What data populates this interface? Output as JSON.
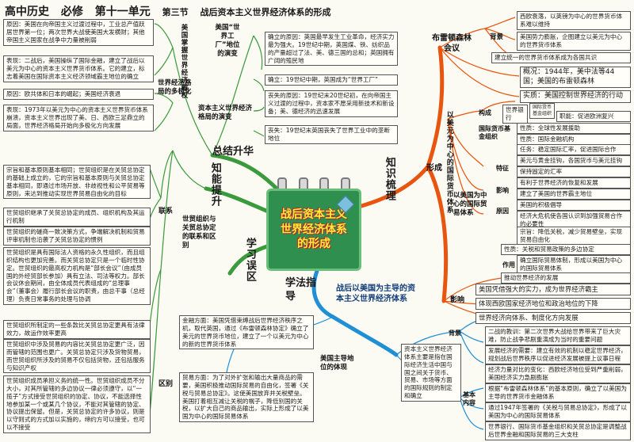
{
  "title": {
    "subject": "高中历史",
    "course": "必修",
    "unit": "第十一单元",
    "section": "第三节",
    "topic": "战后资本主义世界经济体系的形成"
  },
  "center": "战后资本主义世界经济体系的形成",
  "colors": {
    "green": "#3b9a3b",
    "orange": "#e8550f",
    "blue": "#1f8fd6",
    "center_bg": "#2f8f4e",
    "center_text": "#ffef3a"
  },
  "branches": {
    "summary": "总结升华",
    "knowledge": "知识梳理",
    "learning": "学法指导",
    "review": "学习误区",
    "improve": "知能提升"
  },
  "summary": {
    "shift_head": "世界经济格局的多极化",
    "shift_main": "美国掌握世界经济霸权",
    "item1": "原因：美国在向帝国主义过渡过程中，工业总产值跃居世界第一位；两次世界大战使美国大发横财；其他帝国主义国家在战争中力量被削弱",
    "item2": "表现：二战后，美国操纵了国际金融，建立了战后以美元为中心的资本主义世界货币体系。它的建立，标志着美国在国际资本主义经济领域霸主地位的确立",
    "item3": "原因：欧共体和日本的崛起；美国经济衰退",
    "item4": "表现：1973年以美元为中心的资本主义世界货币体系崩溃，资本主义世界出现了美、日、西欧三足鼎立的局面，世界经济格局开始向多极化方向发展",
    "factory_head": "美国“世界工厂”地位的演变",
    "factory_main": "资本主义世界经济格局的演变",
    "f1": "确立的原因：英国最早发生工业革命，经济实力最为强大。19世纪中期，英国煤、铁、纺织品的产量超过了法、美、德三国的总和；英国拥有广阔的殖民地",
    "f2": "确立：19世纪中期，英国成为“世界工厂”",
    "f3": "丧失的原因：19世纪末20世纪初，在向帝国主义过渡的过程中，资本家不愿采用新技术和新设备；美、德经济的迅速发展",
    "f4": "丧失：19世纪末英国丧失了世界工业中的垄断地位"
  },
  "improve": {
    "link": "联系",
    "diff": "区别",
    "rel_head": "世贸组织与关贸总协定的联系和区别",
    "l1": "宗旨和基本原则基本相同；世贸组织是在关贸总协定的基础上成立的，它的宗旨和基本原则与关贸总协定基本相同，即通过市场开放、非歧视性和公平贸易等原则，来达到推动实现世界贸易自由化的目标",
    "l2": "世贸组织继承了关贸总协定的成员、组织机构及其运行机制",
    "l3": "世贸组织的磋商一致决策方式，争端解决机制和贸易评审机制也沿袭了关贸总协定的惯例",
    "l4": "世贸组织是具有国际法人资格的永久性组织，而且组织结构也更加完善。而关贸总协定只是一个临时性协定。世贸组织的最高权力机构是“部长会议”（由成员国的外经贸部长参加）具有立法、司法等权力。部长会议休会期间，由全体成员代表组成的“总理事会”（董事会）履行部长会议的职责，由总干事（总经理）负责日常事务的处理与协调",
    "d1": "世贸组织所制定的一些条款比关贸总协定更具有法律效力，故运作效率更高",
    "d2": "世贸组织中涉及贸易的内容比关贸总协定更广泛，因而管辖的范围也更广。关贸总协定只涉及货物贸易，而世贸组织所涉及的贸易不仅包括货物，还包括服务与知识产权",
    "d3": "世贸组织成员承担义务的统一性。世贸组织成员不分大小，对其所管辖的多边协议一律必须遵守，以“一揽子”方式接受世贸组织的协定、协议，不能选择性地参加某一个或某几个协议，不能对其管辖的协定、协议提出保留。但是，关贸总协定的许多协议，则是以守则式的方式加以实施的，缔约方可以接受，也可以不接受"
  },
  "learning": {
    "gold": "金融方面：美国凭借束缚战后世界经济秩序之机，取代英国，通过《布雷顿森林协定》确立了美元的世界货币地位，建立了一个以美元为中心的新的世界货币体系",
    "trade": "贸易方面：为了对外扩张和输出大量商品的需要，美国积极推动国际贸易的自由化，签署《关税与贸易总协定》。这使美国放弃并关税壁垒。美国打着相互减让关税的幌子，降低别国的关税，以扩大自己的商品输出，实际上形成了以美国为中心的国际贸易体系",
    "lead_head": "美国主导地位的体现",
    "lead_main": "战后以美国为主导的资本主义世界经济体系"
  },
  "knowledge": {
    "bw_head": "布雷顿森林会议",
    "bw_bg": "背景",
    "bw_bg1": "西欧衰落，以英镑为中心的世界货币体系难以维持",
    "bw_bg2": "美国势力膨胀，企图建立以美元为中心的世界货币体系",
    "bw_bg3": "建立统一的世界货币体系成为各国共识",
    "bw_summary": "概况：1944年，美中法等44国；美国的布雷顿森林",
    "bw_essence": "实质：美国控制世界经济的行动",
    "fin_head": "以美元为中心的国际货币体系",
    "form": "形成",
    "fin_struct": "构成",
    "fin_bank": "世界银行",
    "fin_imf": "国际货币基金组织",
    "fin_bank_desc": "职能：促进欧洲复兴",
    "fin_bank_nature": "性质：全球性发展援助",
    "fin_imf_head": "国际货币基金组织",
    "fin_imf_nature": "性质：国际金融机构",
    "fin_imf_task": "任务：稳定国际汇率，促进国际合作",
    "fin_feature": "特征",
    "fin_f1": "美元与黄金挂钩，各国货币与美元挂钩",
    "fin_f2": "保持固定的汇率",
    "fin_effect": "影响",
    "fin_e1": "有利于世界经济的恢复和发展",
    "fin_e2": "建立了美国的世界霸主地位",
    "trade_head": "以美国为中心的国际贸易体系",
    "tr_reason": "原因",
    "tr_r1": "美国的积极倡导",
    "tr_r2": "经济大危机使各国认识到加强贸易合作的必要性",
    "tr_aim": "宗旨：降低关税，减少贸易壁垒，实现贸易自由化",
    "tr_nature": "性质：关税和贸易政策的多边协定",
    "tr_role": "作用",
    "tr_role1": "确立国际贸易体制，形成以美国为中心的国际贸易体系",
    "tr_role2": "推动世界经济的发展",
    "impact": "影响",
    "imp1": "美国凭借强大的实力，成为世界经济霸主",
    "imp2": "体现西欧国家经济地位和政治地位的下降",
    "imp3": "世界经济向体系、制度化方向发展",
    "sys_head": "资本主义世界经济体系主要是指在国际经济生活中国与国之间关于货币、贸易、市场等方面的国际规则的制定和确立",
    "sys_bg": "背景",
    "sys_content": "基本内容",
    "s1": "二战的教训：第二次世界大战给世界带来了巨大灾难，防止战争悲剧重演成为当时的重要问题",
    "s2": "发展经济的需要：建立有效的机制以稳定世界经济，规划战后世界秩序以促进经济发展被提上议事日程",
    "s3": "经济力量对比的变化：西欧经济地位受到严重削弱，美国经济实力急剧膨胀",
    "s4": "根据“布雷顿森林体系”的基本原则，确立了以美国为主导的世界货币金融体系",
    "s5": "通过1947年签署的《关税与贸易总协定》，形成了以美国为中心的国际贸易体系",
    "s6": "世界银行、国际货币基金组织和关贸总协定是调整战后世界金融和国际贸易的三大支柱"
  }
}
